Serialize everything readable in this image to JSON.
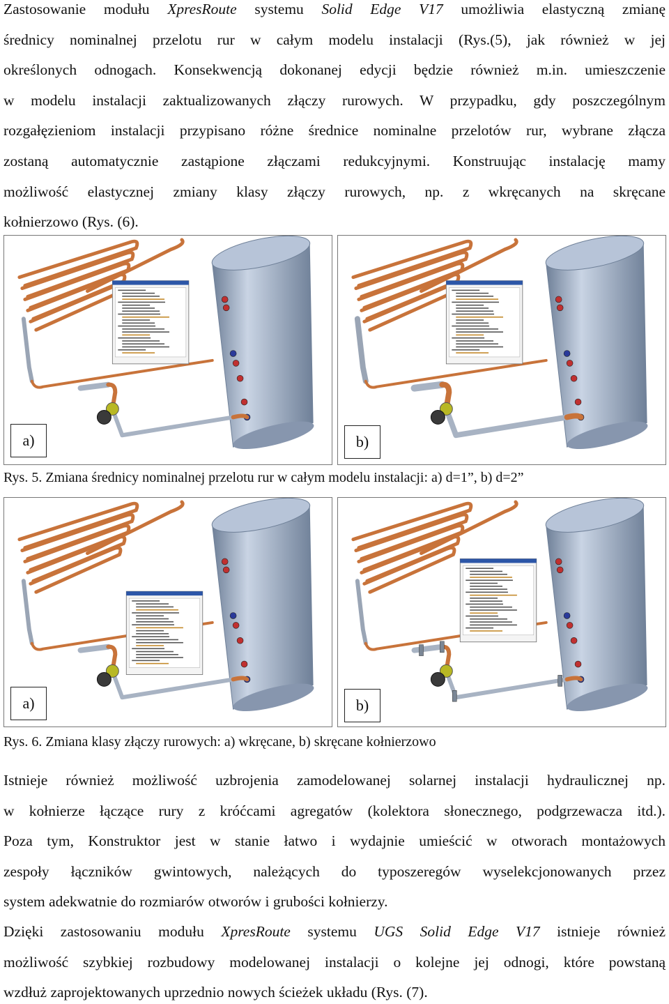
{
  "intro": {
    "lines": [
      [
        "Zastosowanie modułu ",
        {
          "i": "XpresRoute"
        },
        " systemu ",
        {
          "i": "Solid Edge V17"
        },
        " umożliwia elastyczną zmianę"
      ],
      [
        "średnicy nominalnej przelotu rur w całym modelu instalacji (Rys.(5), jak również w jej"
      ],
      [
        "określonych odnogach. Konsekwencją dokonanej edycji będzie również m.in. umieszczenie"
      ],
      [
        "w modelu instalacji zaktualizowanych złączy rurowych. W przypadku, gdy poszczególnym"
      ],
      [
        "rozgałęzieniom instalacji przypisano różne średnice nominalne przelotów rur, wybrane złącza"
      ],
      [
        "zostaną automatycznie zastąpione złączami redukcyjnymi. Konstruując instalację mamy"
      ],
      [
        "możliwość elastycznej zmiany klasy złączy rurowych, np. z wkręcanych na skręcane"
      ],
      [
        "kołnierzowo (Rys. (6)."
      ]
    ]
  },
  "figure5": {
    "label_a": "a)",
    "label_b": "b)",
    "caption": "Rys. 5. Zmiana średnicy nominalnej przelotu rur w całym modelu instalacji: a) d=1”, b) d=2”"
  },
  "figure6": {
    "label_a": "a)",
    "label_b": "b)",
    "caption": "Rys. 6. Zmiana klasy złączy rurowych: a) wkręcane, b) skręcane kołnierzowo"
  },
  "body2": {
    "lines": [
      [
        "Istnieje również możliwość uzbrojenia zamodelowanej solarnej instalacji hydraulicznej np."
      ],
      [
        "w kołnierze łączące rury z króćcami agregatów (kolektora słonecznego, podgrzewacza itd.)."
      ],
      [
        "Poza tym, Konstruktor jest w stanie łatwo i wydajnie umieścić w otworach montażowych"
      ],
      [
        "zespoły łączników gwintowych, należących do typoszeregów wyselekcjonowanych przez"
      ],
      [
        "system adekwatnie do rozmiarów otworów i grubości kołnierzy."
      ]
    ]
  },
  "body3": {
    "lines": [
      [
        "Dzięki zastosowaniu modułu ",
        {
          "i": "XpresRoute"
        },
        " systemu ",
        {
          "i": "UGS Solid Edge V17"
        },
        " istnieje również"
      ],
      [
        "możliwość szybkiej rozbudowy modelowanej instalacji o kolejne jej odnogi, które powstaną"
      ],
      [
        "wzdłuż zaprojektowanych uprzednio nowych ścieżek układu (Rys. (7)."
      ]
    ]
  },
  "colors": {
    "copper": "#c8733a",
    "tank": "#9fb0c8",
    "tank_dark": "#6f8098",
    "valve": "#b8b824",
    "pump": "#3a3a3a",
    "port_red": "#c03030",
    "port_blue": "#2a3a9a"
  },
  "icons": {
    "tree_window": "feature-tree-window",
    "tank": "storage-tank",
    "coil": "solar-collector-coil"
  }
}
